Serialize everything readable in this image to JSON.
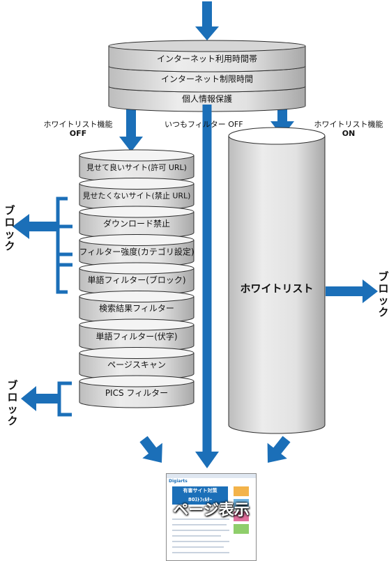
{
  "top_stack": [
    "インターネット利用時間帯",
    "インターネット制限時間",
    "個人情報保護"
  ],
  "labels": {
    "whitelist_off_line1": "ホワイトリスト機能",
    "whitelist_off_line2": "OFF",
    "always_filter_off": "いつもフィルター OFF",
    "whitelist_on_line1": "ホワイトリスト機能",
    "whitelist_on_line2": "ON"
  },
  "filters": [
    "見せて良いサイト(許可 URL)",
    "見せたくないサイト(禁止 URL)",
    "ダウンロード禁止",
    "フィルター強度(カテゴリ設定)",
    "単語フィルター(ブロック)",
    "検索結果フィルター",
    "単語フィルター(伏字)",
    "ページスキャン",
    "PICS フィルター"
  ],
  "whitelist_label": "ホワイトリスト",
  "block_label": "ブロック",
  "page_display_label": "ページ表示",
  "screenshot_text": {
    "logo": "Digiarts",
    "banner_line1": "有害サイト対策",
    "banner_line2": "80ｽﾄﾌｨﾙﾀｰ"
  },
  "colors": {
    "arrow": "#1b6fb8",
    "cylinder_top": "#d6d6d6",
    "cylinder_body": "#e4e4e4",
    "cylinder_edge": "#2c2c2c",
    "bracket": "#1b6fb8"
  }
}
